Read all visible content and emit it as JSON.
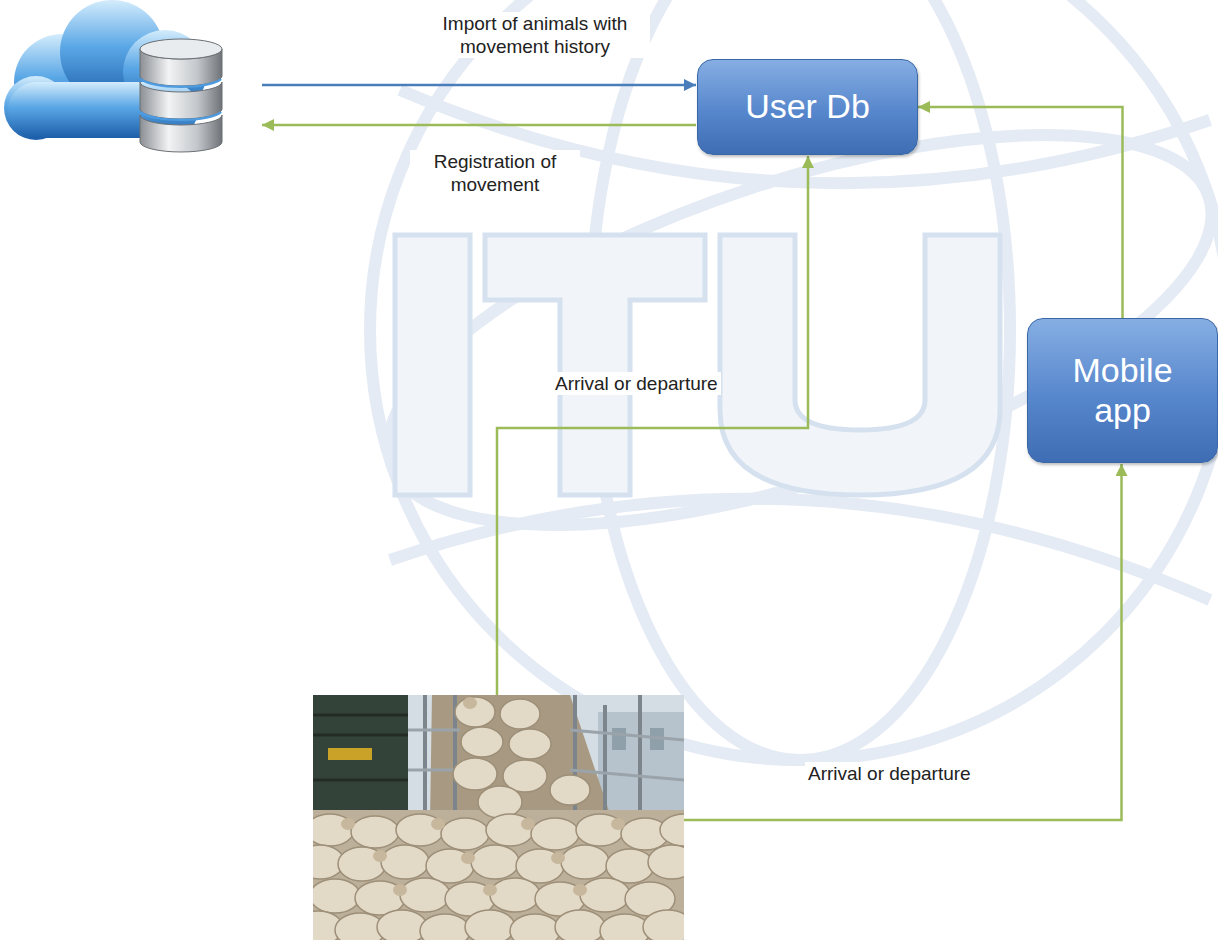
{
  "diagram": {
    "nodes": [
      {
        "text": [
          "User Db"
        ]
      },
      {
        "text": [
          "Mobile app"
        ]
      }
    ],
    "edges": [
      {
        "from": 1,
        "to": 0,
        "arrow": "to"
      }
    ],
    "labels": [
      "Import of animals with movement history",
      "Registration of movement",
      "Arrival or departure",
      "Arrival or departure"
    ]
  }
}
